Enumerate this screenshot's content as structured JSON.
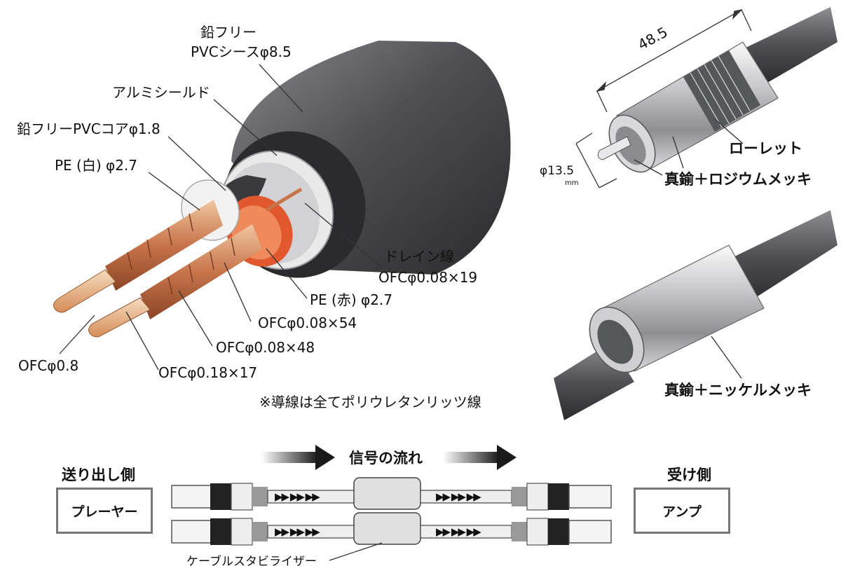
{
  "cable": {
    "jacket_line1": "鉛フリー",
    "jacket_line2": "PVCシースφ8.5",
    "shield": "アルミシールド",
    "core": "鉛フリーPVCコアφ1.8",
    "pe_white": "PE (白) φ2.7",
    "drain_line1": "ドレイン線",
    "drain_line2": "OFCφ0.08×19",
    "pe_red": "PE (赤) φ2.7",
    "ofc_54": "OFCφ0.08×54",
    "ofc_48": "OFCφ0.08×48",
    "ofc_08": "OFCφ0.8",
    "ofc_17": "OFCφ0.18×17",
    "note": "※導線は全てポリウレタンリッツ線"
  },
  "plug": {
    "length": "48.5",
    "diameter": "φ13.5",
    "unit": "mm",
    "knurl": "ローレット",
    "plating": "真鍮＋ロジウムメッキ"
  },
  "stabilizer_detail": {
    "plating": "真鍮＋ニッケルメッキ"
  },
  "flow": {
    "title": "信号の流れ",
    "send_side": "送り出し側",
    "receive_side": "受け側",
    "player": "プレーヤー",
    "amp": "アンプ",
    "stabilizer": "ケーブルスタビライザー"
  },
  "colors": {
    "jacket": "#4a4a4d",
    "copper": "#c8744a",
    "red_insulation": "#e2582e",
    "border_gray": "#777777"
  }
}
